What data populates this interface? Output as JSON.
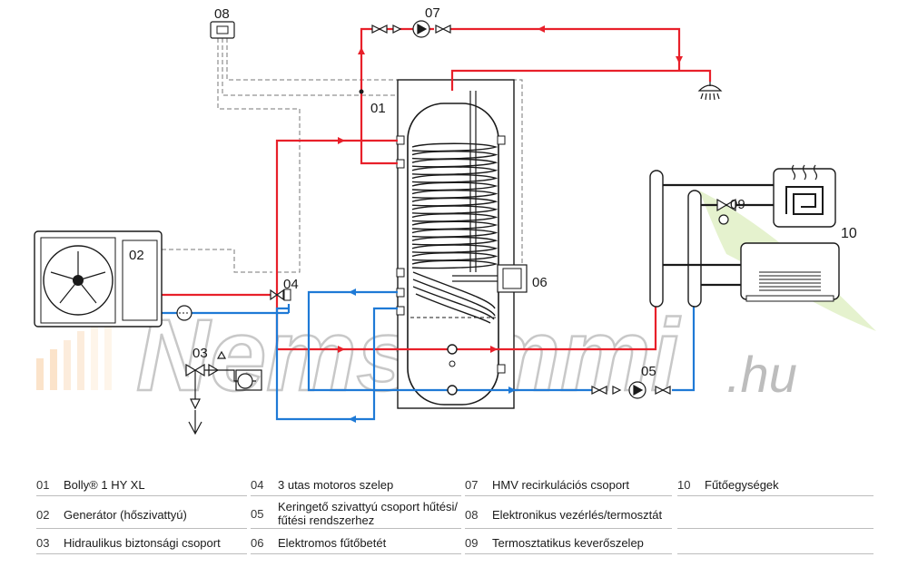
{
  "labels": {
    "l01": "01",
    "l02": "02",
    "l03": "03",
    "l04": "04",
    "l05": "05",
    "l06": "06",
    "l07": "07",
    "l08": "08",
    "l09": "09",
    "l10": "10"
  },
  "watermark": {
    "main": "Nemsemmi",
    "tld": ".hu"
  },
  "legend": [
    {
      "num": "01",
      "text": "Bolly® 1 HY XL"
    },
    {
      "num": "02",
      "text": "Generátor (hőszivattyú)"
    },
    {
      "num": "03",
      "text": "Hidraulikus biztonsági csoport"
    },
    {
      "num": "04",
      "text": "3 utas motoros szelep"
    },
    {
      "num": "05",
      "text": "Keringető szivattyú csoport hűtési/ fűtési rendszerhez"
    },
    {
      "num": "06",
      "text": "Elektromos fűtőbetét"
    },
    {
      "num": "07",
      "text": "HMV recirkulációs csoport"
    },
    {
      "num": "08",
      "text": "Elektronikus vezérlés/termosztát"
    },
    {
      "num": "09",
      "text": "Termosztatikus keverőszelep"
    },
    {
      "num": "10",
      "text": "Fűtőegységek"
    }
  ],
  "colors": {
    "hot": "#e8202a",
    "cold": "#1f7ad6",
    "line": "#1a1a1a",
    "dash": "#777777",
    "watermark": "#c8c8c8"
  }
}
